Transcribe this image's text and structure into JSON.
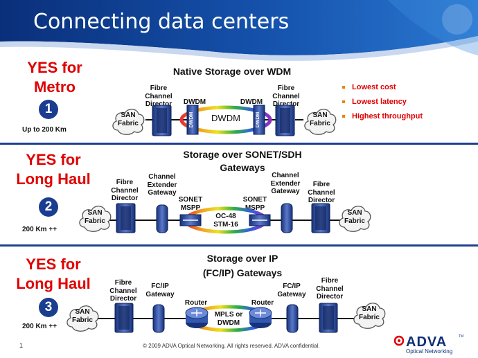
{
  "slide": {
    "title": "Connecting data centers",
    "page_number": "1",
    "copyright": "© 2009 ADVA Optical Networking. All rights reserved. ADVA confidential.",
    "logo": {
      "name": "ADVA",
      "tm": "TM",
      "tagline": "Optical Networking"
    }
  },
  "colors": {
    "header_blue": "#0d3a8a",
    "accent_red": "#e00000",
    "line_blue": "#1f3f8f",
    "badge_blue": "#1a3d8f"
  },
  "sections": [
    {
      "yes_line1": "YES for",
      "yes_line2": "Metro",
      "number": "1",
      "distance": "Up to 200 Km",
      "title_line1": "Native Storage over WDM",
      "title_line2": "",
      "san_left": [
        "SAN",
        "Fabric"
      ],
      "san_right": [
        "SAN",
        "Fabric"
      ],
      "director_left": [
        "Fibre",
        "Channel",
        "Director"
      ],
      "director_right": [
        "Fibre",
        "Channel",
        "Director"
      ],
      "node_left": "DWDM",
      "node_right": "DWDM",
      "device_text": "DWDM",
      "ring": [
        "DWDM"
      ],
      "bullets": [
        "Lowest cost",
        "Lowest latency",
        "Highest throughput"
      ]
    },
    {
      "yes_line1": "YES for",
      "yes_line2": "Long Haul",
      "number": "2",
      "distance": "200 Km ++",
      "title_line1": "Storage over SONET/SDH",
      "title_line2": "Gateways",
      "san_left": [
        "SAN",
        "Fabric"
      ],
      "san_right": [
        "SAN",
        "Fabric"
      ],
      "director_left": [
        "Fibre",
        "Channel",
        "Director"
      ],
      "director_right": [
        "Fibre",
        "Channel",
        "Director"
      ],
      "gateway_left": [
        "Channel",
        "Extender",
        "Gateway"
      ],
      "gateway_right": [
        "Channel",
        "Extender",
        "Gateway"
      ],
      "node_left": [
        "SONET",
        "MSPP"
      ],
      "node_right": [
        "SONET",
        "MSPP"
      ],
      "ring": [
        "OC-48",
        "STM-16"
      ]
    },
    {
      "yes_line1": "YES for",
      "yes_line2": "Long Haul",
      "number": "3",
      "distance": "200 Km ++",
      "title_line1": "Storage over IP",
      "title_line2": "(FC/IP) Gateways",
      "san_left": [
        "SAN",
        "Fabric"
      ],
      "san_right": [
        "SAN",
        "Fabric"
      ],
      "director_left": [
        "Fibre",
        "Channel",
        "Director"
      ],
      "director_right": [
        "Fibre",
        "Channel",
        "Director"
      ],
      "gateway_left": [
        "FC/IP",
        "Gateway"
      ],
      "gateway_right": [
        "FC/IP",
        "Gateway"
      ],
      "node_left": "Router",
      "node_right": "Router",
      "ring": [
        "MPLS or",
        "DWDM"
      ]
    }
  ]
}
